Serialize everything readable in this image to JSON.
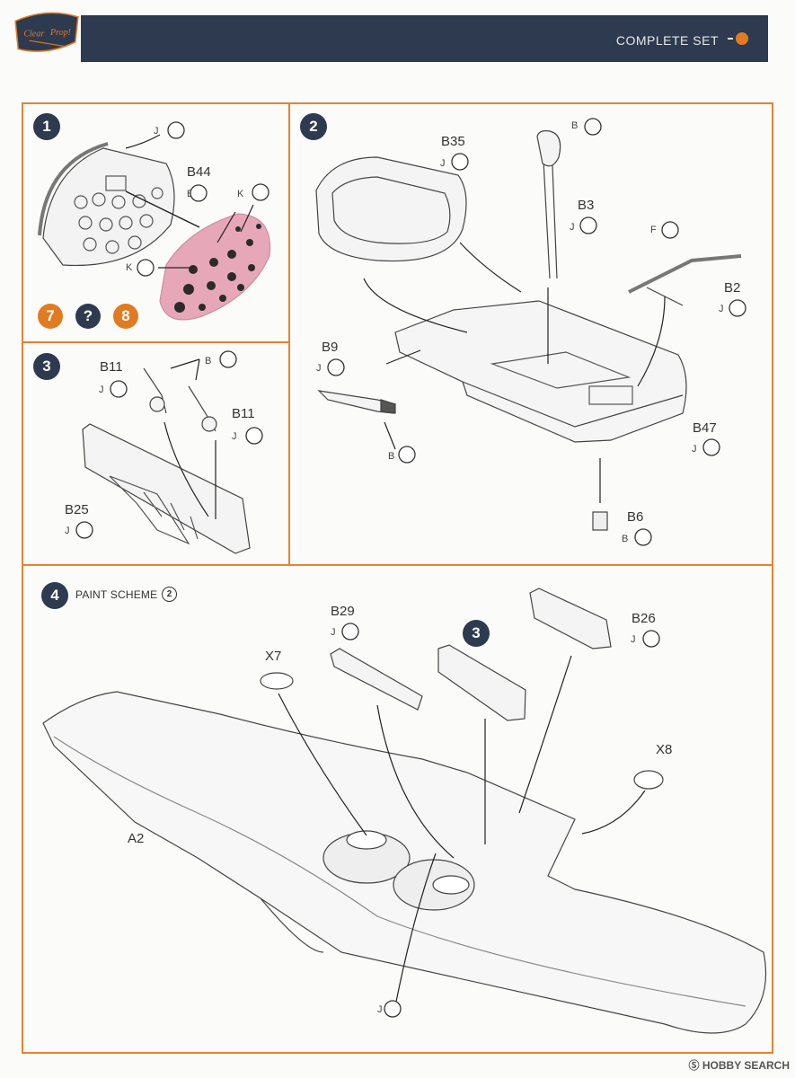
{
  "header": {
    "set_label": "COMPLETE SET"
  },
  "steps": [
    {
      "number": "1"
    },
    {
      "number": "2"
    },
    {
      "number": "3"
    },
    {
      "number": "4",
      "note": "PAINT SCHEME",
      "note_ref": "2"
    }
  ],
  "step1": {
    "parts": [
      "B44"
    ],
    "codes": [
      "J",
      "B",
      "K",
      "K"
    ],
    "refs": [
      "7",
      "?",
      "8"
    ]
  },
  "step2": {
    "parts": [
      "B35",
      "B3",
      "F",
      "B2",
      "B9",
      "B47",
      "B6"
    ],
    "codes": [
      "B",
      "J",
      "J",
      "J",
      "J",
      "B",
      "J",
      "B"
    ]
  },
  "step3": {
    "parts": [
      "B11",
      "B11",
      "B25"
    ],
    "codes": [
      "B",
      "J",
      "J",
      "J"
    ]
  },
  "step4": {
    "parts": [
      "B29",
      "B26",
      "X7",
      "X8",
      "A2"
    ],
    "codes": [
      "J",
      "J",
      "J"
    ],
    "sub_ref": "3"
  },
  "watermark": "Ⓢ HOBBY SEARCH",
  "colors": {
    "header_bg": "#2d3a4f",
    "frame": "#e8822f",
    "panel_pink": "#e6a8b8",
    "ref_orange": "#e07b22",
    "ref_dark": "#2d3a4f"
  }
}
